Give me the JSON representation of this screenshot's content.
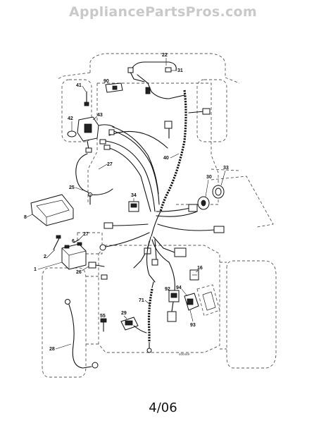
{
  "watermark": "AppliancePartsPros.com",
  "page_label": "4/06",
  "diagram_code": "400449",
  "callouts": {
    "c22": "22",
    "c31": "31",
    "c90": "90",
    "c41": "41",
    "c42": "42",
    "c43": "43",
    "c40": "40",
    "c27a": "27",
    "c30": "30",
    "c33": "33",
    "c34": "34",
    "c25": "25",
    "c8": "8",
    "c27b": "27",
    "c6": "6",
    "c2": "2",
    "c1": "1",
    "c26": "26",
    "c16": "16",
    "c92": "92",
    "c94": "94",
    "c93": "93",
    "c71": "71",
    "c29": "29",
    "c55": "55",
    "c28": "28"
  }
}
